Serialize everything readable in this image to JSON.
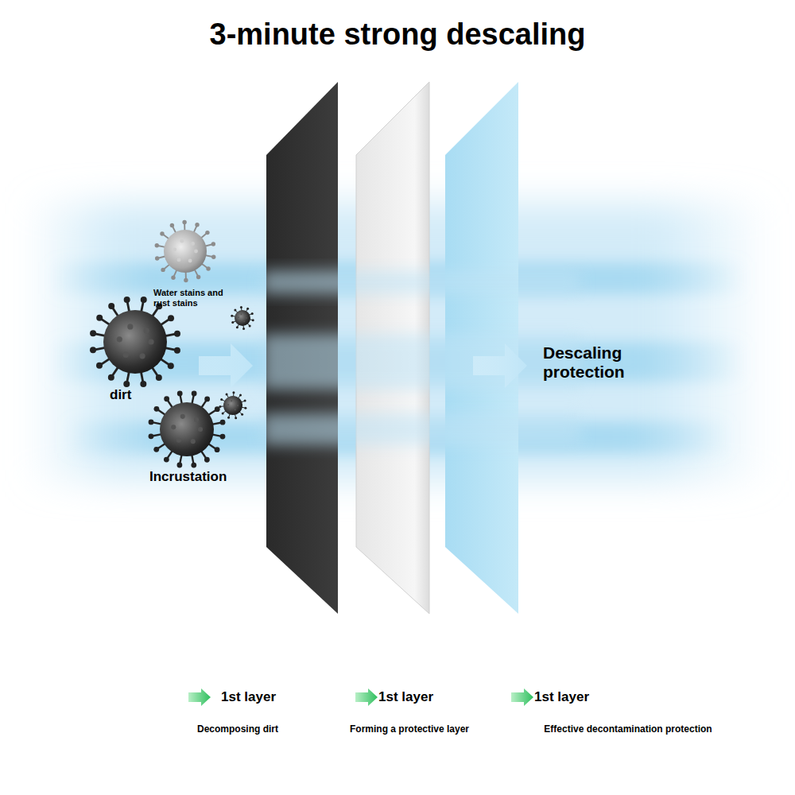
{
  "diagram": {
    "title": "3-minute strong descaling",
    "labels": [
      "Water stains and rust stains",
      "dirt",
      "Incrustation",
      "Descaling protection",
      "1st layer",
      "Decomposing dirt",
      "1st layer",
      "Forming a protective layer",
      "1st layer",
      "Effective decontamination protection"
    ]
  }
}
